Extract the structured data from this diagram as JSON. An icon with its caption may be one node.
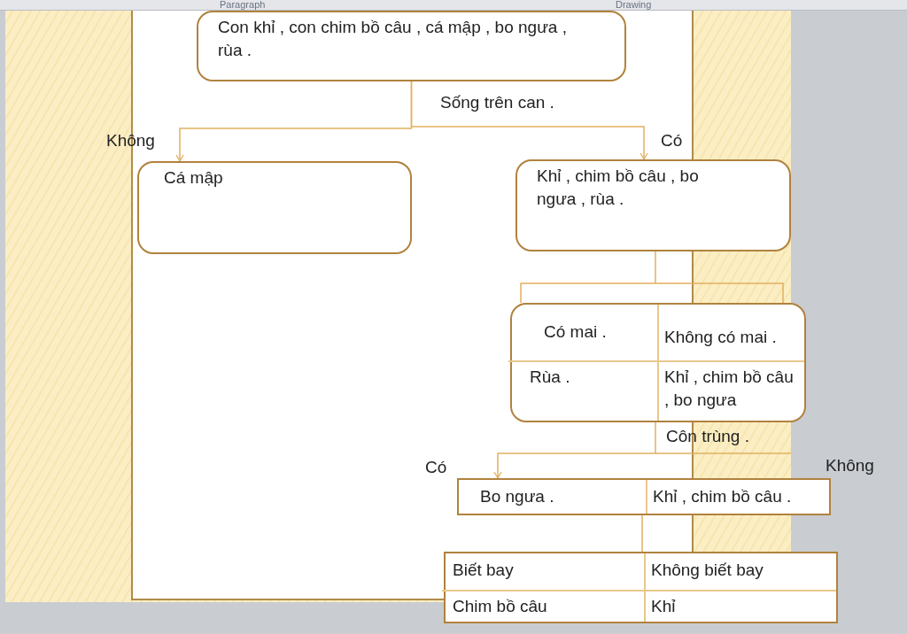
{
  "diagram": {
    "nodes": [
      {
        "text": [
          "Con khỉ , con chim bồ câu , cá mập , bo ngưa , rùa ."
        ]
      },
      {
        "text": [
          "Cá mập"
        ]
      },
      {
        "text": [
          "Khỉ , chim bồ câu , bo ngưa , rùa ."
        ]
      },
      {
        "text": [
          "Có mai .",
          "Không có mai .",
          "Rùa .",
          "Khỉ , chim bồ câu , bo ngưa"
        ]
      },
      {
        "text": [
          "Bo ngưa .",
          "Khỉ , chim bồ câu ."
        ]
      },
      {
        "text": [
          "Biết bay",
          "Không biết bay",
          "Chim bồ câu",
          "Khỉ"
        ]
      }
    ],
    "edges": [
      {
        "from": 0,
        "to": 1,
        "arrow": "to"
      },
      {
        "from": 0,
        "to": 2,
        "arrow": "to"
      },
      {
        "from": 2,
        "to": 3,
        "arrow": "none"
      },
      {
        "from": 3,
        "to": 4,
        "arrow": "to",
        "label": "Côn trùng ."
      },
      {
        "from": 4,
        "to": 5,
        "arrow": "none"
      }
    ],
    "labels": [
      "Paragraph",
      "Drawing",
      "Sống trên can .",
      "Không",
      "Có",
      "Có",
      "Không"
    ]
  }
}
